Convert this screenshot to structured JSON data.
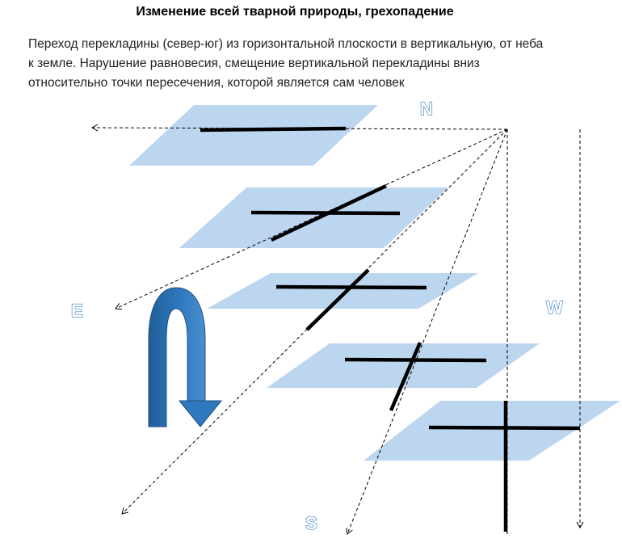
{
  "title": "Изменение всей тварной природы, грехопадение",
  "description": [
    "Переход перекладины (север-юг) из горизонтальной плоскости в вертикальную, от неба",
    "к земле.  Нарушение равновесия, смещение вертикальной перекладины  вниз",
    "относительно точки пересечения, которой является сам человек"
  ],
  "directions": {
    "north": "N",
    "east": "E",
    "west": "W",
    "south": "S"
  },
  "colors": {
    "plane_fill": "#bcd6f0",
    "bar": "#000000",
    "arrow_dark": "#1f5f99",
    "arrow_light": "#4a90d0",
    "label_outline": "#3a7fc0"
  }
}
